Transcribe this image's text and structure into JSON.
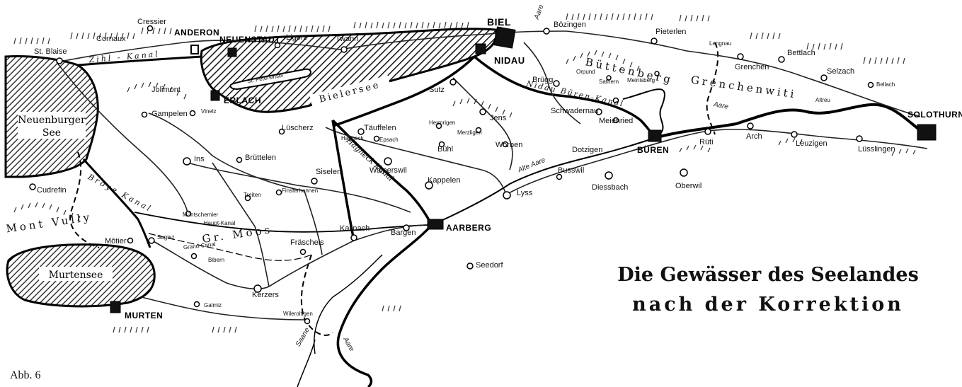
{
  "map": {
    "title_line1": "Die Gewässer des Seelandes",
    "title_line2": "nach der Korrektion",
    "figure_label": "Abb. 6",
    "lakes": {
      "bielersee": "Bielersee",
      "neuenburgersee_1": "Neuenburger",
      "neuenburgersee_2": "See",
      "murtensee": "Murtensee",
      "st_petersinsel": "St. Petersinsel"
    },
    "towns_major": {
      "biel": "BIEL",
      "nidau": "NIDAU",
      "neuenstadt": "NEUENSTADT",
      "anderon": "ANDERON",
      "erlach": "ERLACH",
      "aarberg": "AARBERG",
      "bueren": "BÜREN",
      "solothurn": "SOLOTHURN",
      "murten": "MURTEN"
    },
    "places": {
      "cressier": "Cressier",
      "cornaux": "Cornaux",
      "st_blaise": "St. Blaise",
      "ligerz": "Ligerz",
      "twann": "Twann",
      "boezingen": "Bözingen",
      "pieterlen": "Pieterlen",
      "lengnau": "Lengnau",
      "bettlach": "Bettlach",
      "grenchen": "Grenchen",
      "selzach": "Selzach",
      "bellach": "Bellach",
      "bruegg": "Brügg",
      "orpund": "Orpund",
      "safnern": "Safnern",
      "meinisberg": "Meinisberg",
      "schwadernau": "Schwadernau",
      "meienried": "Meienried",
      "dotzigen": "Dotzigen",
      "rueti": "Rüti",
      "arch": "Arch",
      "leuzigen": "Leuzigen",
      "luesslingen": "Lüsslingen",
      "altreu": "Altreu",
      "sutz": "Sutz",
      "jens": "Jens",
      "merzligen": "Merzligen",
      "hermrigen": "Hermrigen",
      "taeuffelen": "Täuffelen",
      "epsach": "Epsach",
      "hagneck": "Hagneck",
      "buehl": "Bühl",
      "walperswil": "Walperswil",
      "kappelen": "Kappelen",
      "worben": "Worben",
      "busswil": "Busswil",
      "lyss": "Lyss",
      "diessbach": "Diessbach",
      "oberwil": "Oberwil",
      "vinelz": "Vinelz",
      "luescherz": "Lüscherz",
      "gampelen": "Gampelen",
      "ins": "Ins",
      "bruettelen": "Brüttelen",
      "treiten": "Treiten",
      "finsterhennen": "Finsterhennen",
      "siselen": "Siselen",
      "muentschemier": "Müntschemier",
      "kallnach": "Kallnach",
      "bargen": "Bargen",
      "seedorf": "Seedorf",
      "fraeschels": "Fräschels",
      "kerzers": "Kerzers",
      "sugiez": "Sugiez",
      "bibern": "Bibern",
      "galmiz": "Galmiz",
      "wileroltigen": "Wileroltigen",
      "praz": "Môtier",
      "cudrefin": "Cudrefin",
      "jolimont": "Jolimont",
      "buettenberg": "Büttenberg"
    },
    "features": {
      "zihl_kanal": "Zihl - Kanal",
      "hagneck_kanal": "Hagneck Kanal",
      "nidau_bueren_kanal": "Nidau Büren-Kanal",
      "broye_kanal": "Broye Kanal",
      "grosses_moos": "Gr. Moos",
      "grand_canal": "Grand-Canal",
      "hauptkanal": "Haupt-Kanal",
      "mont_vully": "Mont Vully",
      "grenchenwiti": "Grenchenwiti",
      "alte_aare": "Alte Aare",
      "aare_1": "Aare",
      "aare_2": "Aare",
      "saane": "Saane",
      "bieler_grenze": "Aare"
    }
  }
}
